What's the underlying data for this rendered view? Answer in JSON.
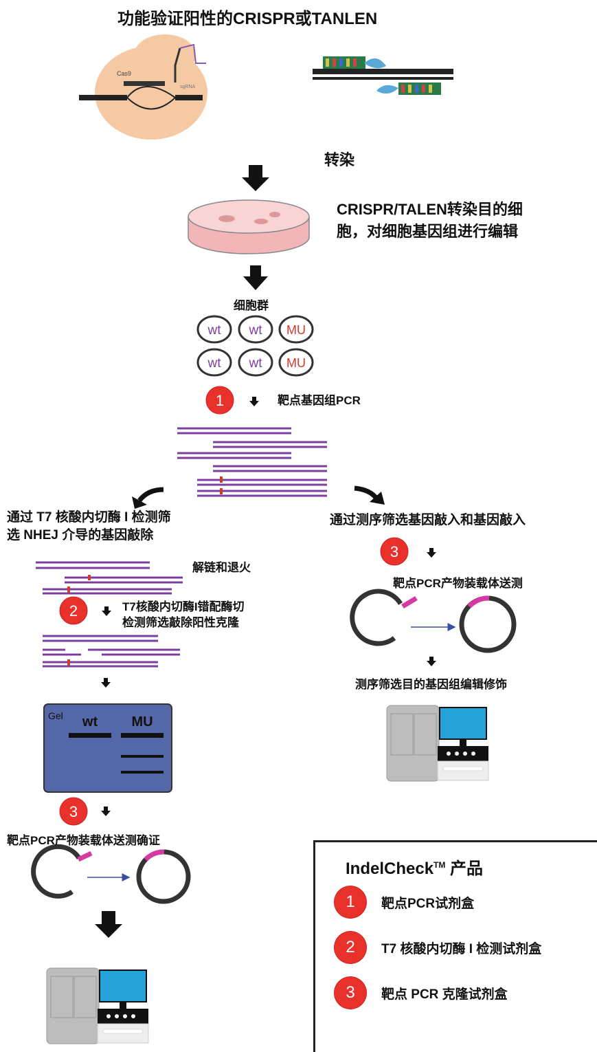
{
  "title": "功能验证阳性的CRISPR或TANLEN",
  "figure_labels": {
    "cas9": "Cas9",
    "sgrna": "sgRNA"
  },
  "steps": {
    "transfect": "转染",
    "edit_line1": "CRISPR/TALEN转染目的细",
    "edit_line2": "胞，对细胞基因组进行编辑",
    "cell_pop": "细胞群",
    "pcr": "靶点基因组PCR"
  },
  "cells": [
    "wt",
    "wt",
    "MU",
    "wt",
    "wt",
    "MU"
  ],
  "left_branch": {
    "title_line1": "通过 T7 核酸内切酶 I 检测筛",
    "title_line2": "选 NHEJ 介导的基因敲除",
    "anneal": "解链和退火",
    "t7_line1": "T7核酸内切酶I错配酶切",
    "t7_line2": "检测筛选敲除阳性克隆",
    "gel_label": "Gel",
    "gel_wt": "wt",
    "gel_mu": "MU",
    "clone_confirm": "靶点PCR产物装载体送测确证"
  },
  "right_branch": {
    "title": "通过测序筛选基因敲入和基因敲入",
    "clone_send": "靶点PCR产物装载体送测",
    "seq_screen": "测序筛选目的基因组编辑修饰"
  },
  "step_numbers": [
    "1",
    "2",
    "3",
    "3"
  ],
  "legend": {
    "title": "IndelCheck",
    "tm": "TM",
    "title_suffix": " 产品",
    "items": [
      {
        "num": "1",
        "label": "靶点PCR试剂盒"
      },
      {
        "num": "2",
        "label": "T7 核酸内切酶 I 检测试剂盒"
      },
      {
        "num": "3",
        "label": "靶点 PCR 克隆试剂盒"
      }
    ]
  },
  "colors": {
    "badge_red": "#e8312b",
    "dna_purple": "#7b3fa0",
    "mutation_red": "#d23a2a",
    "gel_blue": "#5467a8",
    "plasmid_pink": "#d63aa2",
    "dish_pink": "#f3b6b8",
    "cas9_orange": "#f6c9a5"
  }
}
